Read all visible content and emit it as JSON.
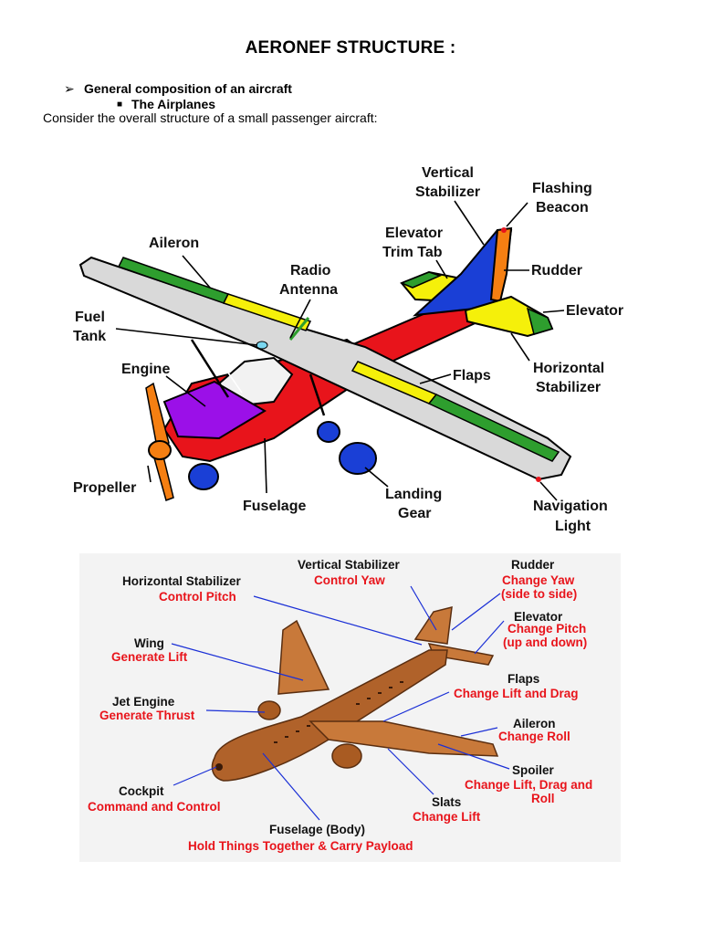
{
  "header": {
    "title": "AERONEF STRUCTURE :",
    "bullet1": "General composition of an aircraft",
    "bullet2": "The Airplanes",
    "intro": "Consider the overall structure of a small passenger aircraft:"
  },
  "diagram1": {
    "labels": {
      "vertical_stabilizer": [
        "Vertical",
        "Stabilizer"
      ],
      "flashing_beacon": [
        "Flashing",
        "Beacon"
      ],
      "elevator_trim_tab": [
        "Elevator",
        "Trim Tab"
      ],
      "aileron": "Aileron",
      "radio_antenna": [
        "Radio",
        "Antenna"
      ],
      "rudder": "Rudder",
      "elevator": "Elevator",
      "fuel_tank": [
        "Fuel",
        "Tank"
      ],
      "engine": "Engine",
      "flaps": "Flaps",
      "horizontal_stabilizer": [
        "Horizontal",
        "Stabilizer"
      ],
      "propeller": "Propeller",
      "fuselage": "Fuselage",
      "landing_gear": [
        "Landing",
        "Gear"
      ],
      "navigation_light": [
        "Navigation",
        "Light"
      ]
    },
    "colors": {
      "wing": "#d9d9d9",
      "aileron": "#2e9e2e",
      "flaps": "#f5f00a",
      "fuselage": "#e8141b",
      "engine": "#9b10e8",
      "vertical_stabilizer": "#1a3fd6",
      "rudder": "#f57f12",
      "wheels": "#1a3fd6",
      "propeller": "#f57f12"
    }
  },
  "diagram2": {
    "labels": [
      {
        "key": "vertical_stabilizer",
        "name": "Vertical Stabilizer",
        "function": [
          "Control Yaw"
        ]
      },
      {
        "key": "rudder",
        "name": "Rudder",
        "function": [
          "Change Yaw",
          "(side to side)"
        ]
      },
      {
        "key": "horizontal_stabilizer",
        "name": "Horizontal Stabilizer",
        "function": [
          "Control Pitch"
        ]
      },
      {
        "key": "elevator",
        "name": "Elevator",
        "function": [
          "Change Pitch",
          "(up and down)"
        ]
      },
      {
        "key": "wing",
        "name": "Wing",
        "function": [
          "Generate Lift"
        ]
      },
      {
        "key": "flaps",
        "name": "Flaps",
        "function": [
          "Change Lift and Drag"
        ]
      },
      {
        "key": "jet_engine",
        "name": "Jet Engine",
        "function": [
          "Generate Thrust"
        ]
      },
      {
        "key": "aileron",
        "name": "Aileron",
        "function": [
          "Change Roll"
        ]
      },
      {
        "key": "spoiler",
        "name": "Spoiler",
        "function": [
          "Change Lift, Drag and",
          "Roll"
        ]
      },
      {
        "key": "cockpit",
        "name": "Cockpit",
        "function": [
          "Command and Control"
        ]
      },
      {
        "key": "slats",
        "name": "Slats",
        "function": [
          "Change Lift"
        ]
      },
      {
        "key": "fuselage",
        "name": "Fuselage (Body)",
        "function": [
          "Hold Things Together & Carry Payload"
        ]
      }
    ],
    "colors": {
      "background": "#f3f3f3",
      "body": "#b0622a",
      "function_text": "#e8141b",
      "leader": "#1a2fd6"
    }
  }
}
